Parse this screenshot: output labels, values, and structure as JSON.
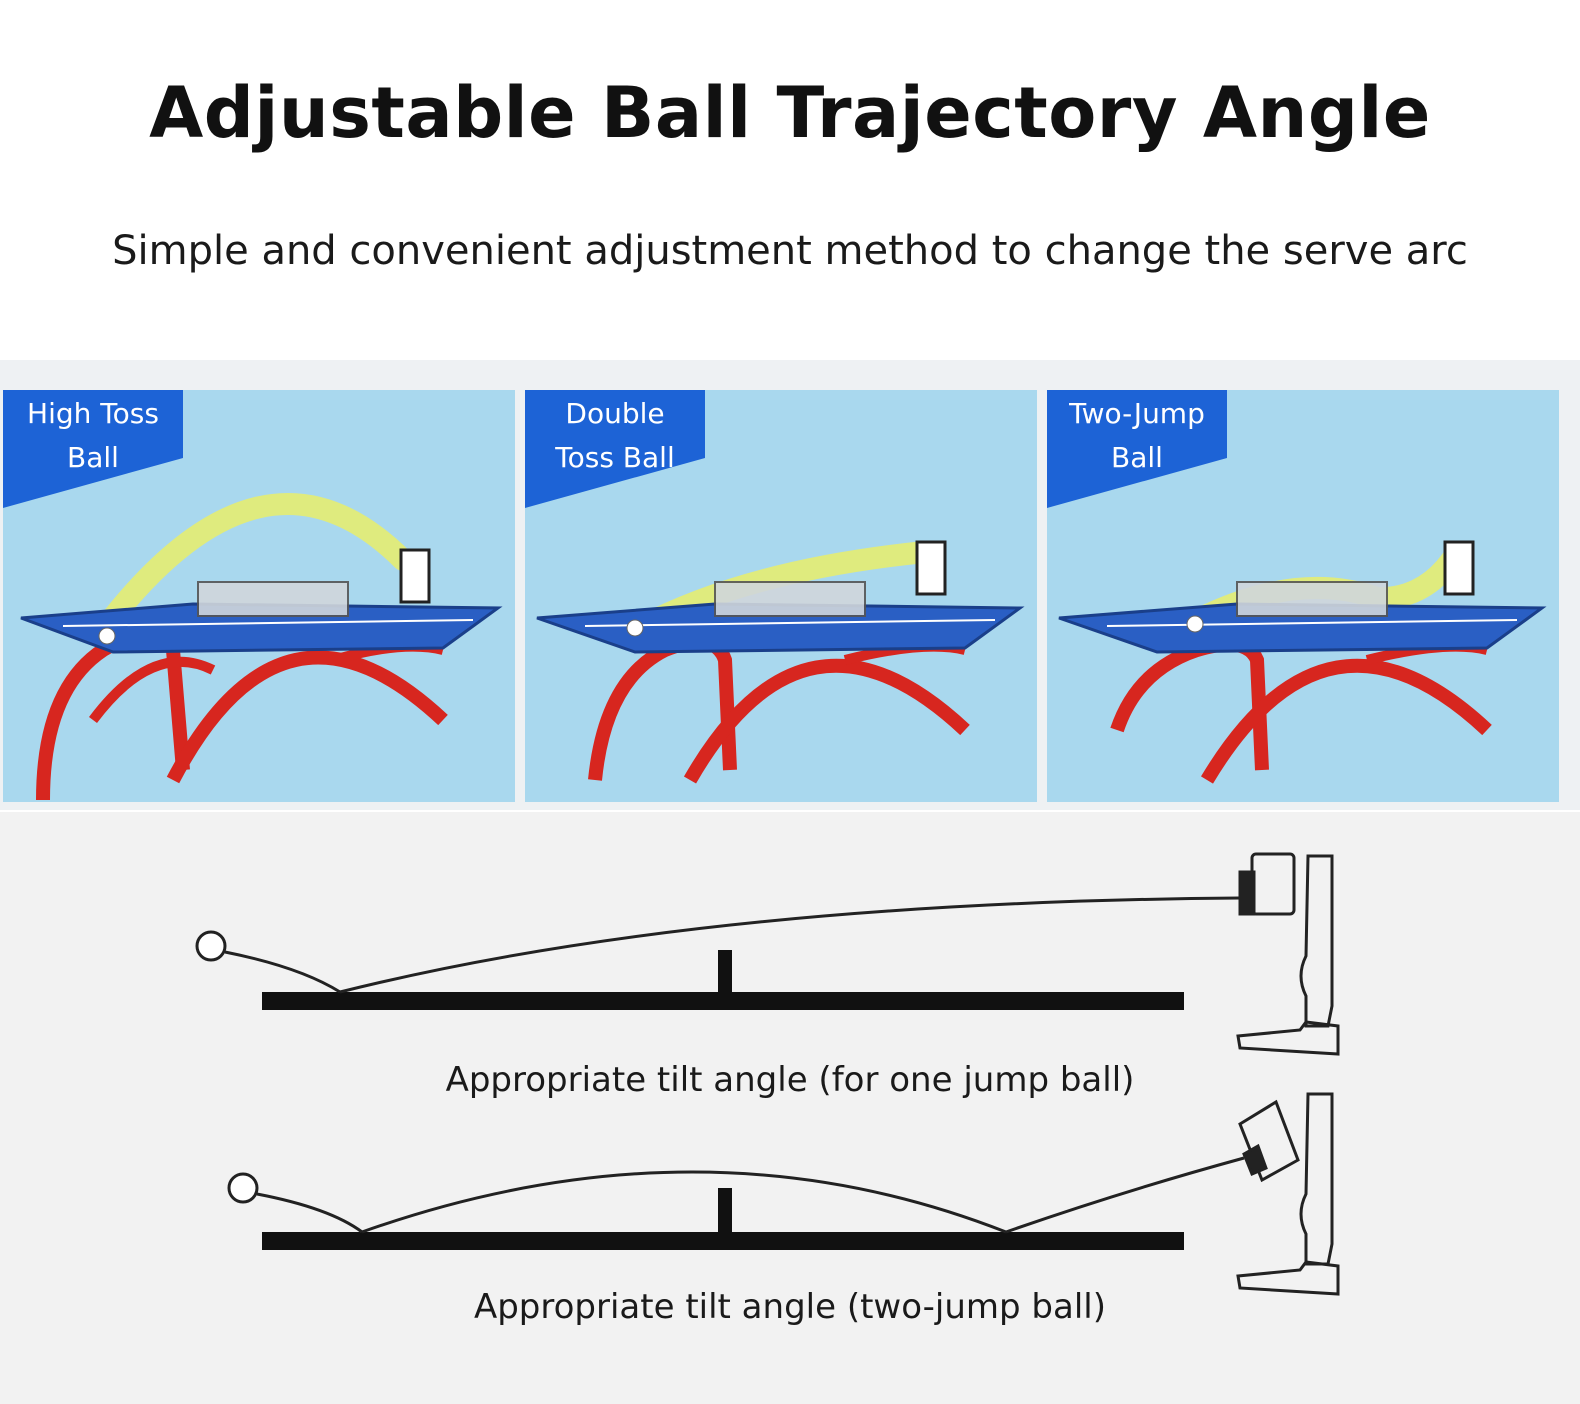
{
  "title": "Adjustable Ball Trajectory Angle",
  "subtitle": "Simple and convenient adjustment method to change the serve arc",
  "panels": [
    {
      "line1": "High Toss",
      "line2": "Ball",
      "icon": "ping-pong-table-icon"
    },
    {
      "line1": "Double",
      "line2": "Toss Ball",
      "icon": "ping-pong-table-icon"
    },
    {
      "line1": "Two-Jump",
      "line2": "Ball",
      "icon": "ping-pong-table-icon"
    }
  ],
  "colors": {
    "badge": "#1d63d6",
    "panel_bg": "#a9d8ee",
    "table_top": "#2a5fc4",
    "legs": "#d7261f",
    "trajectory": "#e9ef6a"
  },
  "diagrams": [
    {
      "caption": "Appropriate tilt angle (for one jump ball)"
    },
    {
      "caption": "Appropriate tilt angle (two-jump ball)"
    }
  ]
}
